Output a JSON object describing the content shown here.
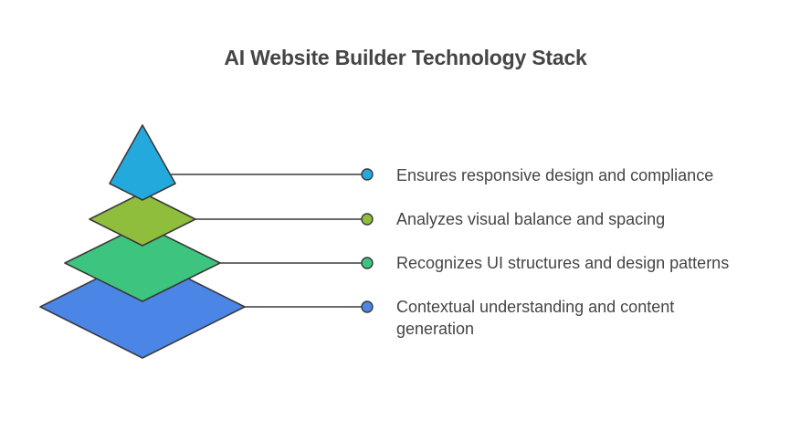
{
  "title": "AI Website Builder Technology Stack",
  "layers": [
    {
      "label": "Ensures responsive design and compliance",
      "color": "#23a9dc"
    },
    {
      "label": "Analyzes visual balance and spacing",
      "color": "#8fbd3c"
    },
    {
      "label": "Recognizes UI structures and design patterns",
      "color": "#3dc47e"
    },
    {
      "label": "Contextual understanding and content generation",
      "color": "#4b85e6"
    }
  ],
  "stroke_color": "#3a3a3a"
}
